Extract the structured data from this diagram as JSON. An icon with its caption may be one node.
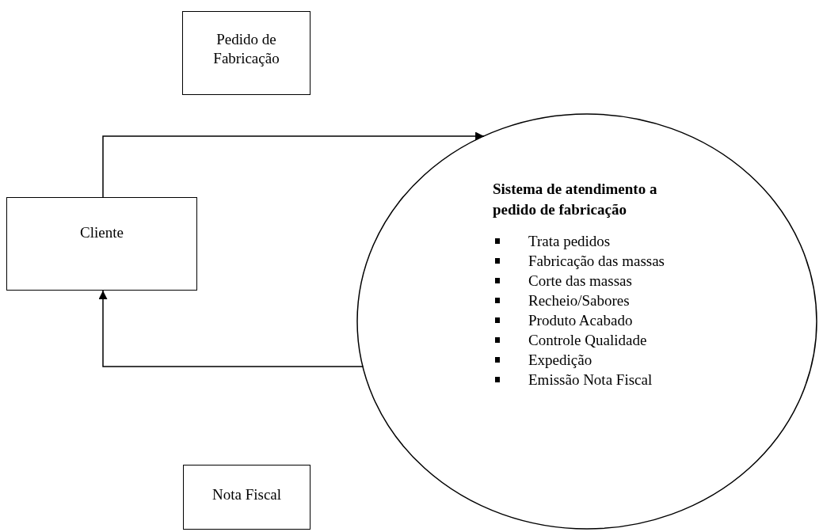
{
  "diagram": {
    "nodes": [
      {
        "text": [
          "Pedido de Fabricação"
        ]
      },
      {
        "text": [
          "Cliente"
        ]
      },
      {
        "text": [
          "Sistema de atendimento a pedido de fabricação",
          "Trata pedidos",
          "Fabricação das massas",
          "Corte das massas",
          "Recheio/Sabores",
          "Produto Acabado",
          "Controle Qualidade",
          "Expedição",
          "Emissão Nota Fiscal"
        ]
      },
      {
        "text": [
          "Nota Fiscal"
        ]
      }
    ],
    "edges": [
      {
        "from": 1,
        "to": 2,
        "arrow": "to"
      },
      {
        "from": 2,
        "to": 1,
        "arrow": "to"
      }
    ]
  }
}
